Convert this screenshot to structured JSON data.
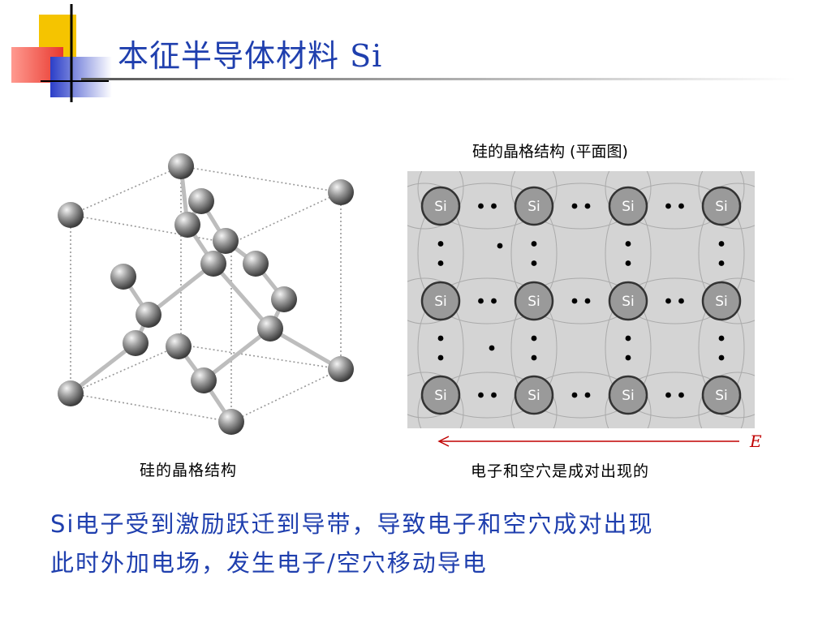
{
  "slide": {
    "title": "本征半导体材料 Si",
    "lattice_caption": "硅的晶格结构 (平面图)",
    "crystal_caption": "硅的晶格结构",
    "pair_caption": "电子和空穴是成对出现的",
    "field_label": "E",
    "atom_label": "Si",
    "body_line1": "Si电子受到激励跃迁到导带，导致电子和空穴成对出现",
    "body_line2": "此时外加电场，发生电子/空穴移动导电"
  },
  "colors": {
    "title": "#1f3fae",
    "body_text": "#1f3fae",
    "field_arrow": "#c00000",
    "lattice_background": "#d4d4d4",
    "atom_fill": "#9a9a9a",
    "deco_yellow": "#f5c400",
    "deco_red": "#e8382e",
    "deco_blue": "#2b3ec8"
  }
}
